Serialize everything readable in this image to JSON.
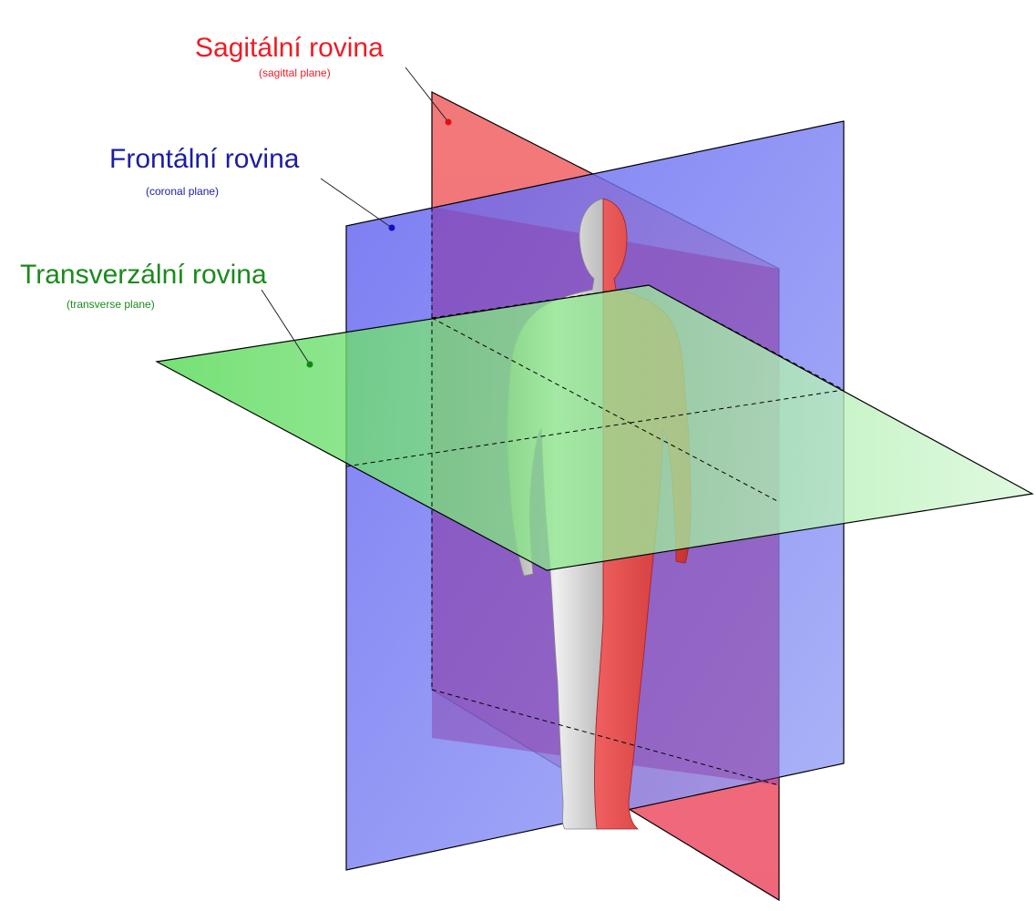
{
  "planes": {
    "sagittal": {
      "label": "Sagitální rovina",
      "sublabel": "(sagittal plane)",
      "color": "#ee1c24"
    },
    "frontal": {
      "label": "Frontální rovina",
      "sublabel": "(coronal plane)",
      "color": "#1c1ca8"
    },
    "transverse": {
      "label": "Transverzální rovina",
      "sublabel": "(transverse plane)",
      "color": "#1a8a1a"
    }
  },
  "colors": {
    "sagittal_fill": "#f05a5a",
    "frontal_fill": "#6a6af0",
    "transverse_fill": "#5ae05a",
    "body_left": "#cfcfcf",
    "body_right": "#e84848"
  }
}
